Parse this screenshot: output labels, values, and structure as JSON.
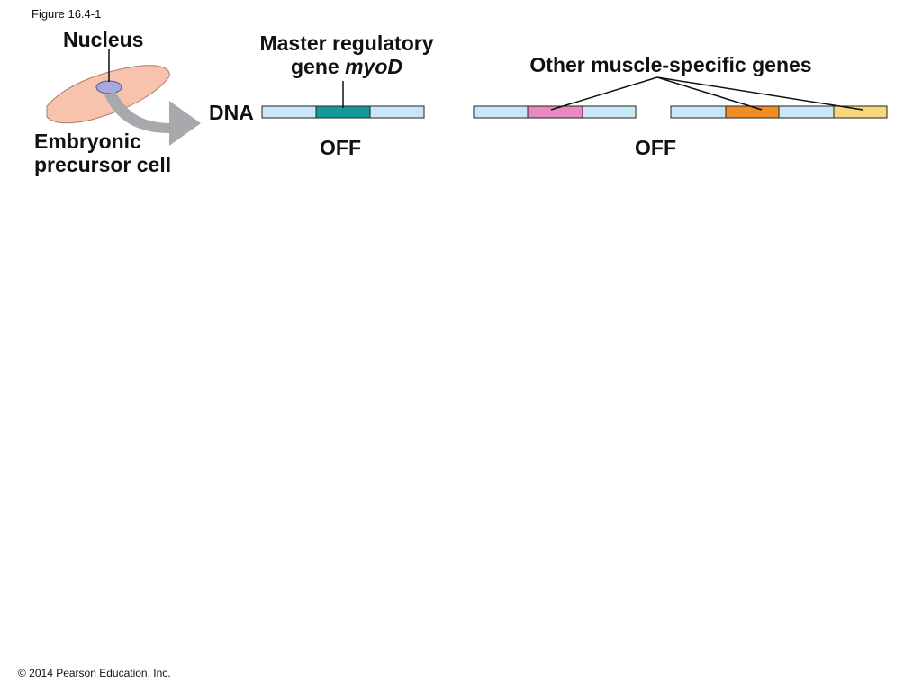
{
  "figure_label": "Figure 16.4-1",
  "copyright": "© 2014 Pearson Education, Inc.",
  "labels": {
    "nucleus": "Nucleus",
    "embryonic_line1": "Embryonic",
    "embryonic_line2": "precursor cell",
    "master_line1": "Master regulatory",
    "master_line2_prefix": "gene ",
    "master_line2_italic": "myoD",
    "other_genes": "Other muscle-specific genes",
    "dna": "DNA",
    "state_left": "OFF",
    "state_right": "OFF"
  },
  "colors": {
    "dna_strand": "#c9e6f5",
    "myod_gene": "#139a98",
    "gene_pink": "#e889bf",
    "gene_orange": "#f18d25",
    "gene_yellow": "#f8d77a",
    "cell_fill": "#f7c3ad",
    "nucleus_fill": "#a9a8dd",
    "arrow_fill": "#a7a9ac"
  }
}
